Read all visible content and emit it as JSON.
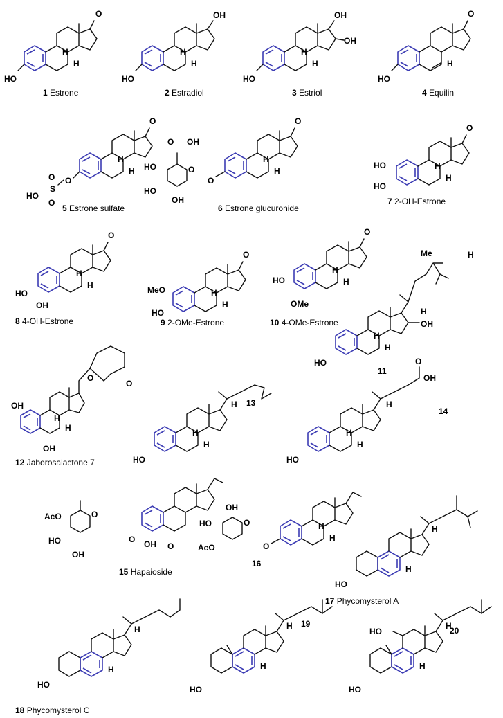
{
  "figure": {
    "compounds": [
      {
        "id": "1",
        "name": "Estrone"
      },
      {
        "id": "2",
        "name": "Estradiol"
      },
      {
        "id": "3",
        "name": "Estriol"
      },
      {
        "id": "4",
        "name": "Equilin"
      },
      {
        "id": "5",
        "name": "Estrone sulfate"
      },
      {
        "id": "6",
        "name": "Estrone glucuronide"
      },
      {
        "id": "7",
        "name": "2-OH-Estrone"
      },
      {
        "id": "8",
        "name": "4-OH-Estrone"
      },
      {
        "id": "9",
        "name": "2-OMe-Estrone"
      },
      {
        "id": "10",
        "name": "4-OMe-Estrone"
      },
      {
        "id": "11",
        "name": ""
      },
      {
        "id": "12",
        "name": "Jaborosalactone 7"
      },
      {
        "id": "13",
        "name": ""
      },
      {
        "id": "14",
        "name": ""
      },
      {
        "id": "15",
        "name": "Hapaioside"
      },
      {
        "id": "16",
        "name": ""
      },
      {
        "id": "17",
        "name": "Phycomysterol A"
      },
      {
        "id": "18",
        "name": "Phycomysterol C"
      },
      {
        "id": "19",
        "name": ""
      },
      {
        "id": "20",
        "name": ""
      }
    ],
    "atom_labels": {
      "O": "O",
      "OH": "OH",
      "HO": "HO",
      "H": "H",
      "MeO": "MeO",
      "OMe": "OMe",
      "Me": "Me",
      "AcO": "AcO",
      "S": "S"
    },
    "colors": {
      "aromatic_ring": "#3c3cb4",
      "bond": "#111111"
    }
  }
}
